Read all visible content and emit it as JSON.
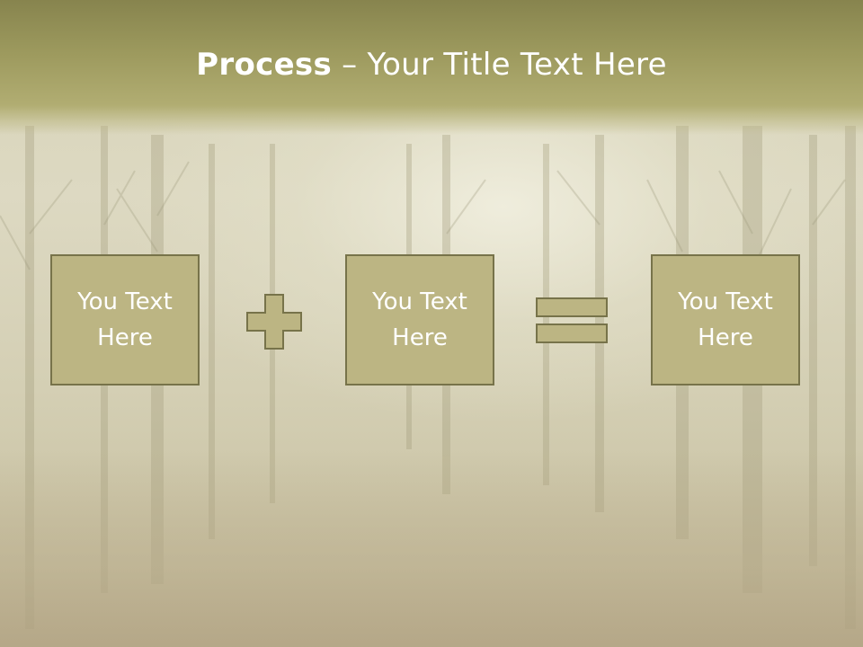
{
  "slide": {
    "title_bold": "Process",
    "title_rest": " – Your Title Text Here",
    "boxes": [
      {
        "line1": "You Text",
        "line2": "Here"
      },
      {
        "line1": "You Text",
        "line2": "Here"
      },
      {
        "line1": "You Text",
        "line2": "Here"
      }
    ],
    "operators": [
      "plus-icon",
      "equals-icon"
    ]
  },
  "colors": {
    "header": "#9d9a5e",
    "box_fill": "#bcb583",
    "box_border": "#77734a",
    "text": "#ffffff"
  }
}
